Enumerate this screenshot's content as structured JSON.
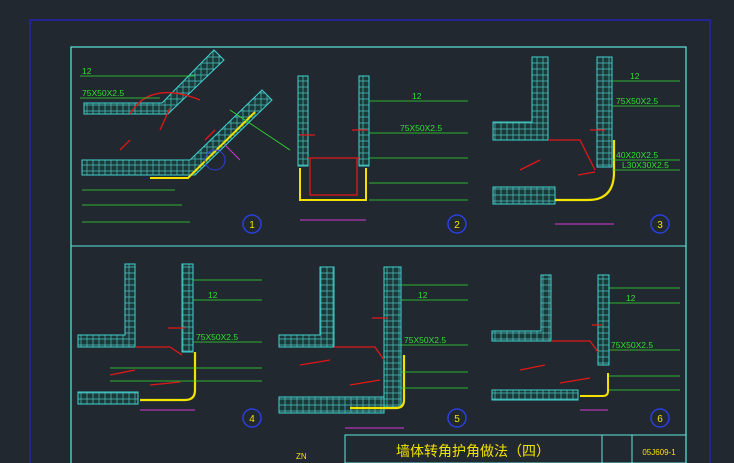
{
  "colors": {
    "background": "#212830",
    "outer_frame": "#2323d2",
    "inner_frame": "#5ee6dc",
    "wall": "#3fd3cf",
    "leader": "#2ee02e",
    "dimension": "#d23ad2",
    "rebar": "#e01818",
    "guard": "#f2e200",
    "circle": "#2b3fe0",
    "title_block": "#f2e200"
  },
  "details": [
    {
      "number": "1",
      "labels": [
        "12",
        "75X50X2.5"
      ]
    },
    {
      "number": "2",
      "labels": [
        "12",
        "75X50X2.5"
      ]
    },
    {
      "number": "3",
      "labels": [
        "12",
        "75X50X2.5",
        "40X20X2.5",
        "L30X30X2.5"
      ]
    },
    {
      "number": "4",
      "labels": [
        "12",
        "75X50X2.5"
      ]
    },
    {
      "number": "5",
      "labels": [
        "12",
        "75X50X2.5"
      ]
    },
    {
      "number": "6",
      "labels": [
        "12",
        "75X50X2.5"
      ]
    }
  ],
  "title_block": {
    "title": "墙体转角护角做法（四）",
    "drawing_no": "05J609-1"
  },
  "footer_mark": "ZN"
}
